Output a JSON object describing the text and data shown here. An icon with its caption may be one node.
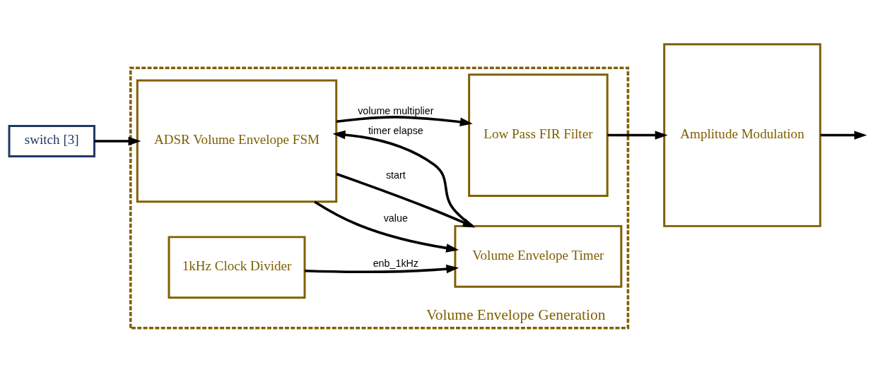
{
  "diagram": {
    "nodes": [
      {
        "text": [
          "Volume Envelope Generation"
        ]
      },
      {
        "text": [
          "switch [3]"
        ]
      },
      {
        "text": [
          "ADSR Volume Envelope FSM"
        ],
        "in": 0
      },
      {
        "text": [
          "Low Pass FIR Filter"
        ],
        "in": 0
      },
      {
        "text": [
          "Volume Envelope Timer"
        ],
        "in": 0
      },
      {
        "text": [
          "1kHz Clock Divider"
        ],
        "in": 0
      },
      {
        "text": [
          "Amplitude Modulation"
        ]
      }
    ],
    "edges": [
      {
        "from": 1,
        "to": 2,
        "arrow": "to"
      },
      {
        "from": 2,
        "to": 3,
        "arrow": "to",
        "label": "volume multiplier"
      },
      {
        "from": 3,
        "to": 6,
        "arrow": "to"
      },
      {
        "from": 2,
        "to": 4,
        "arrow": "to",
        "label": "value"
      },
      {
        "from": 2,
        "to": 4,
        "arrow": "to",
        "label": "start"
      },
      {
        "from": 4,
        "to": 2,
        "arrow": "to",
        "label": "timer elapse"
      },
      {
        "from": 5,
        "to": 4,
        "arrow": "to",
        "label": "enb_1kHz"
      },
      {
        "from": 6,
        "to": null,
        "arrow": "to"
      }
    ]
  }
}
